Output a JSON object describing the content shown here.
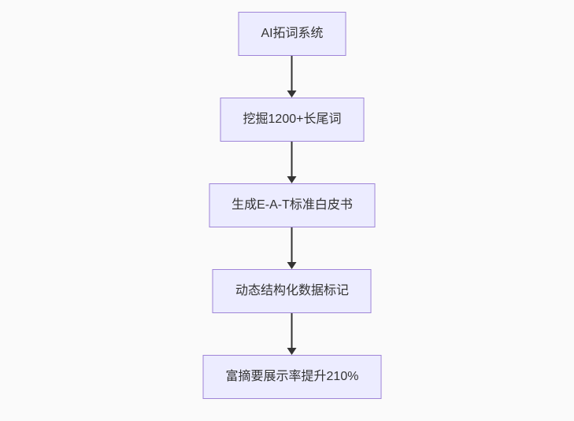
{
  "page": {
    "background_color": "#fafafa"
  },
  "flowchart": {
    "type": "flowchart-top-down",
    "node_fill_color": "#ECECFF",
    "node_border_color": "#9f85d8",
    "node_text_color": "#333333",
    "arrow_color": "#333333",
    "nodes": [
      {
        "id": "A",
        "label": "AI拓词系统"
      },
      {
        "id": "B",
        "label": "挖掘1200+长尾词"
      },
      {
        "id": "C",
        "label": "生成E-A-T标准白皮书"
      },
      {
        "id": "D",
        "label": "动态结构化数据标记"
      },
      {
        "id": "E",
        "label": "富摘要展示率提升210%"
      }
    ],
    "edges": [
      {
        "from": "A",
        "to": "B"
      },
      {
        "from": "B",
        "to": "C"
      },
      {
        "from": "C",
        "to": "D"
      },
      {
        "from": "D",
        "to": "E"
      }
    ]
  }
}
